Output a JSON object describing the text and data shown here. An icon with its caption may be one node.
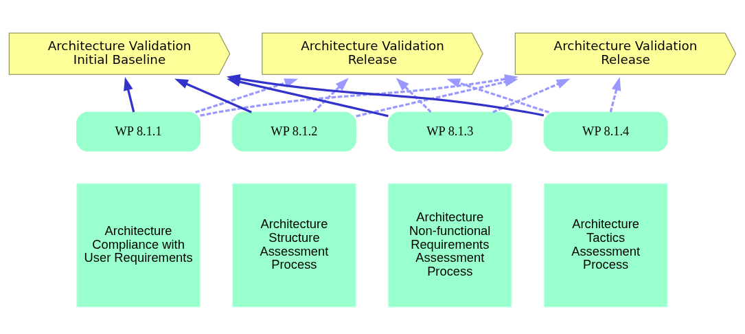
{
  "diagram": {
    "nodes": [
      {
        "text": [
          "Architecture Validation Initial Baseline"
        ]
      },
      {
        "text": [
          "Architecture Validation Release"
        ]
      },
      {
        "text": [
          "Architecture Validation Release"
        ]
      },
      {
        "text": [
          "WP 8.1.1"
        ]
      },
      {
        "text": [
          "WP 8.1.2"
        ]
      },
      {
        "text": [
          "WP 8.1.3"
        ]
      },
      {
        "text": [
          "WP 8.1.4"
        ]
      },
      {
        "text": [
          "Architecture Compliance with User Requirements"
        ]
      },
      {
        "text": [
          "Architecture Structure Assessment Process"
        ]
      },
      {
        "text": [
          "Architecture Non-functional Requirements Assessment Process"
        ]
      },
      {
        "text": [
          "Architecture Tactics Assessment Process"
        ]
      }
    ],
    "edges": [
      {
        "from": 3,
        "to": 0,
        "arrow": "to",
        "color": "#3333cc"
      },
      {
        "from": 4,
        "to": 0,
        "arrow": "to",
        "color": "#3333cc"
      },
      {
        "from": 5,
        "to": 0,
        "arrow": "to",
        "color": "#3333cc"
      },
      {
        "from": 6,
        "to": 0,
        "arrow": "to",
        "color": "#3333cc"
      },
      {
        "from": 3,
        "to": 1,
        "arrow": "to",
        "style": "dashed",
        "color": "#9999ff"
      },
      {
        "from": 4,
        "to": 1,
        "arrow": "to",
        "style": "dashed",
        "color": "#9999ff"
      },
      {
        "from": 5,
        "to": 1,
        "arrow": "to",
        "style": "dashed",
        "color": "#9999ff"
      },
      {
        "from": 6,
        "to": 1,
        "arrow": "to",
        "style": "dashed",
        "color": "#9999ff"
      },
      {
        "from": 3,
        "to": 2,
        "arrow": "to",
        "style": "dashed",
        "color": "#9999ff"
      },
      {
        "from": 4,
        "to": 2,
        "arrow": "to",
        "style": "dashed",
        "color": "#9999ff"
      },
      {
        "from": 5,
        "to": 2,
        "arrow": "to",
        "style": "dashed",
        "color": "#9999ff"
      },
      {
        "from": 6,
        "to": 2,
        "arrow": "to",
        "style": "dashed",
        "color": "#9999ff"
      }
    ]
  }
}
